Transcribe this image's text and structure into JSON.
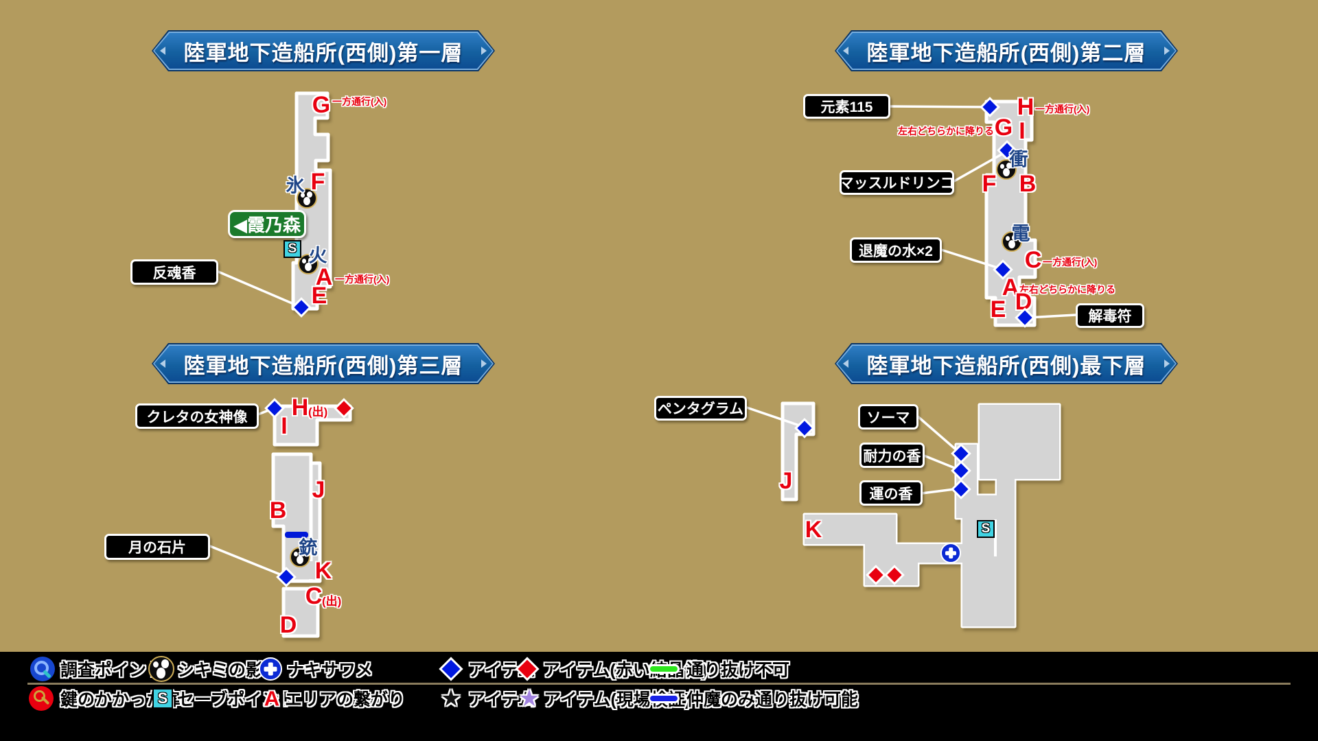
{
  "colors": {
    "background": "#b39b5e",
    "floor": "#d4d4d4",
    "banner_blue": "#14609f",
    "marker_red": "#e8000f",
    "item_blue": "#0018e0",
    "kanji_navy": "#1e4587",
    "sign_green": "#1b7a2b",
    "save_cyan": "#41d3e3",
    "pass_block_green": "#2ce61c",
    "demon_pass_blue": "#1822e6",
    "star_purple": "#a284e0",
    "legend_bg": "#000000"
  },
  "banners": {
    "floor1": "陸軍地下造船所(西側)第一層",
    "floor2": "陸軍地下造船所(西側)第二層",
    "floor3": "陸軍地下造船所(西側)第三層",
    "floor4": "陸軍地下造船所(西側)最下層"
  },
  "map1": {
    "letters": {
      "G": "G",
      "F": "F",
      "A": "A",
      "E": "E"
    },
    "notes": {
      "G": "一方通行(入)",
      "A": "一方通行(入)"
    },
    "kanji": {
      "ice": "氷",
      "fire": "火"
    },
    "sign": "◀霞乃森",
    "save": "S",
    "items": {
      "hangonko": "反魂香"
    }
  },
  "map2": {
    "letters": {
      "H": "H",
      "G": "G",
      "I": "I",
      "F": "F",
      "B": "B",
      "C": "C",
      "A": "A",
      "D": "D",
      "E": "E"
    },
    "notes": {
      "H": "一方通行(入)",
      "GI": "左右どちらかに降りる",
      "C": "一方通行(入)",
      "A": "左右どちらかに降りる"
    },
    "kanji": {
      "shock": "衝",
      "elec": "電"
    },
    "items": {
      "element115": "元素115",
      "muscle_drink": "マッスルドリンコ",
      "taima_water": "退魔の水×2",
      "antidote": "解毒符"
    }
  },
  "map3": {
    "letters": {
      "H": "H",
      "I": "I",
      "B": "B",
      "J": "J",
      "K": "K",
      "C": "C",
      "D": "D"
    },
    "notes": {
      "H": "(出)",
      "C": "(出)"
    },
    "kanji": {
      "gun": "銃"
    },
    "items": {
      "goddess": "クレタの女神像",
      "moonstone": "月の石片"
    }
  },
  "map4": {
    "letters": {
      "J": "J",
      "K": "K"
    },
    "save": "S",
    "items": {
      "pentagram": "ペンタグラム",
      "soma": "ソーマ",
      "stamina": "耐力の香",
      "luck": "運の香"
    }
  },
  "legend": {
    "row1": [
      {
        "label": "調査ポイント"
      },
      {
        "label": "シキミの影"
      },
      {
        "label": "ナキサワメ"
      },
      {
        "label": "アイテム"
      },
      {
        "label": "アイテム(赤い結晶体)"
      },
      {
        "label": "通り抜け不可"
      }
    ],
    "row2": [
      {
        "label": "鍵のかかった扉"
      },
      {
        "label": "セーブポイント"
      },
      {
        "label": "エリアの繋がり"
      },
      {
        "label": "アイテム"
      },
      {
        "label": "アイテム(現場検証)"
      },
      {
        "label": "仲魔のみ通り抜け可能"
      }
    ],
    "save_letter": "S",
    "area_letter": "A",
    "star": "★"
  }
}
